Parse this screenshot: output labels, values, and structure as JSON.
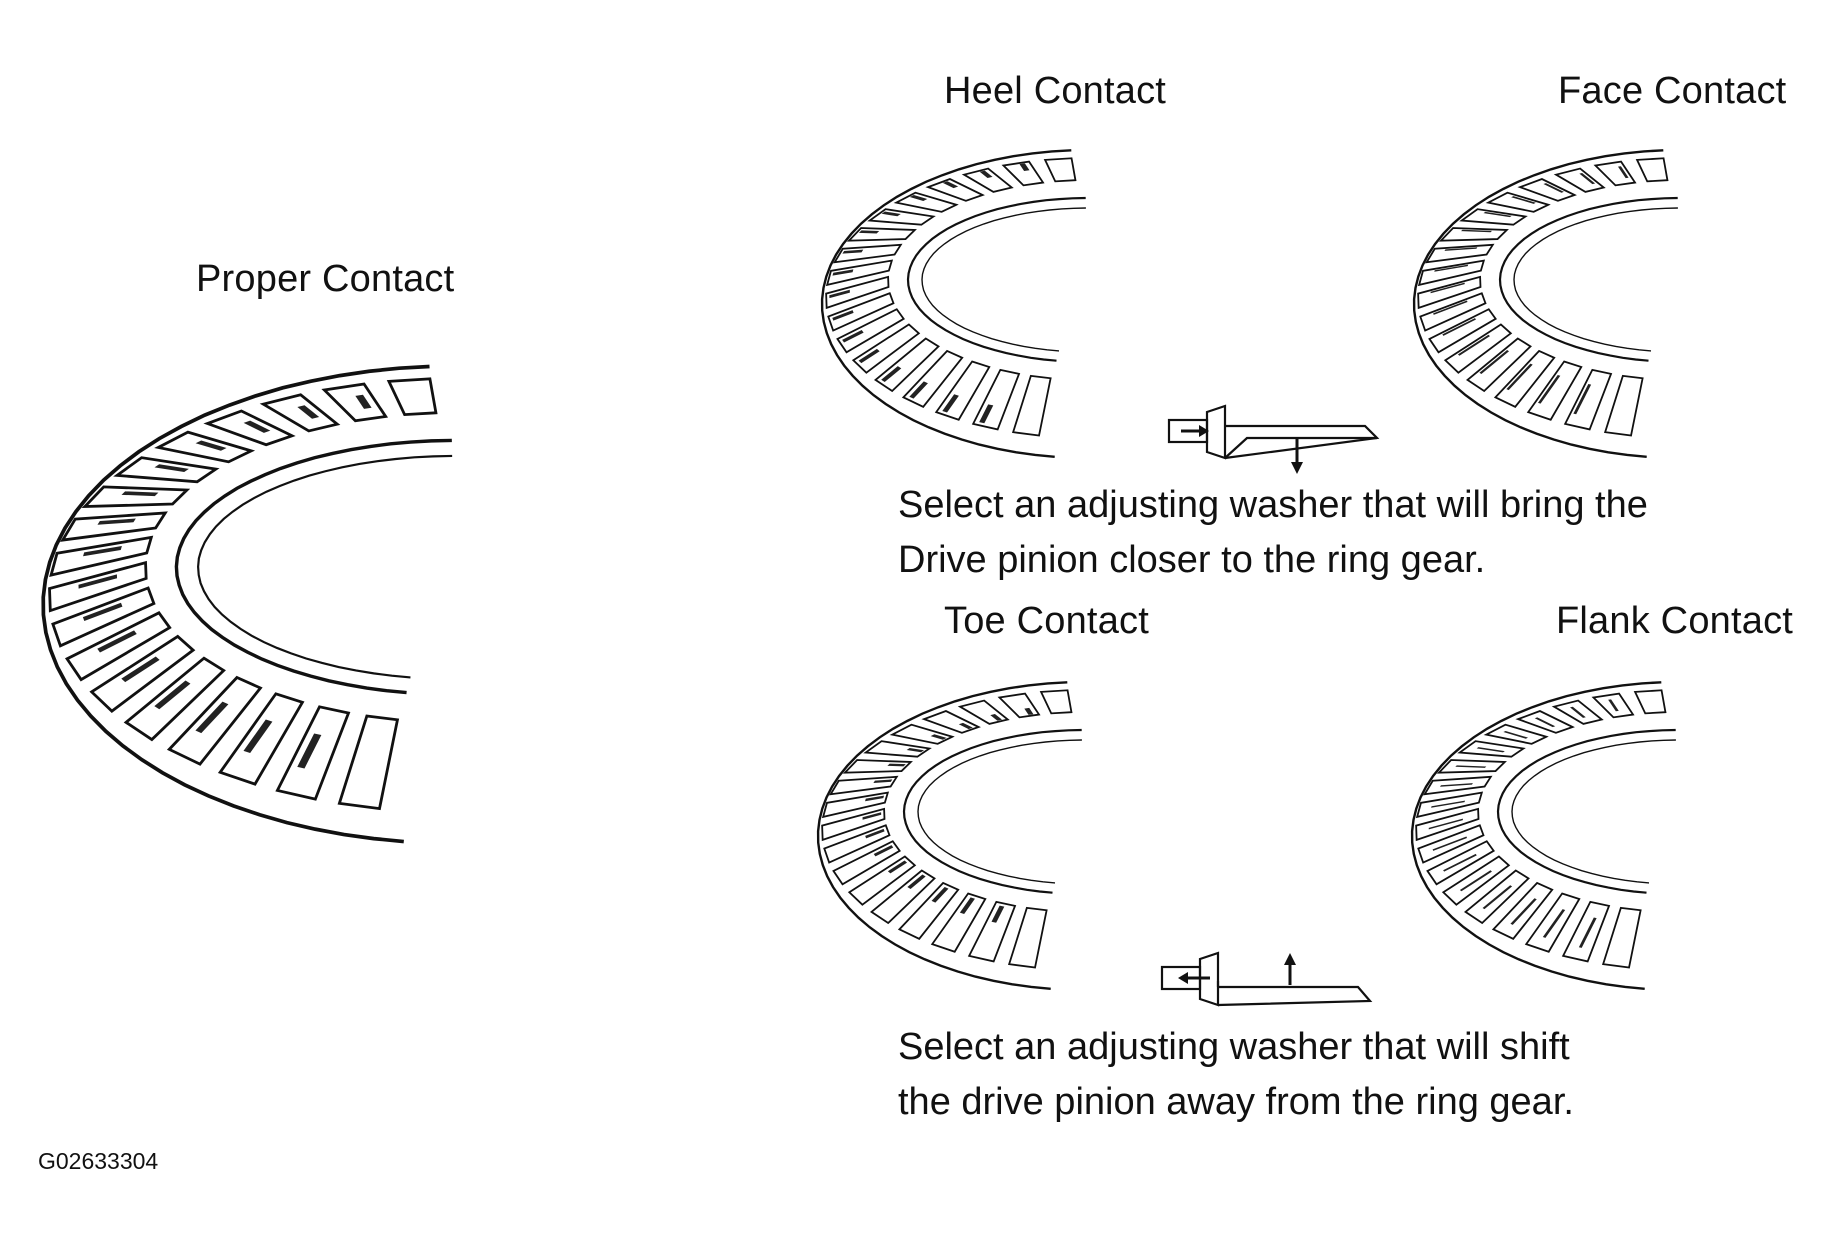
{
  "labels": {
    "proper": "Proper Contact",
    "heel": "Heel Contact",
    "face": "Face Contact",
    "toe": "Toe Contact",
    "flank": "Flank Contact"
  },
  "instructions": {
    "closer": [
      "Select an adjusting washer that will bring the",
      "Drive pinion closer to the ring gear."
    ],
    "away": [
      "Select an adjusting washer that will shift",
      "the drive pinion away from the ring gear."
    ]
  },
  "figure_code": "G02633304",
  "gear_teeth": 18
}
